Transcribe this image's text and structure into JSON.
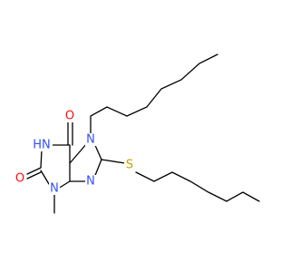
{
  "molecule": {
    "colors": {
      "bond": "#000000",
      "carbon": "#000000",
      "oxygen": "#ff0d0d",
      "nitrogen": "#3050f8",
      "sulfur": "#c8a000",
      "background": "#ffffff"
    },
    "labels": {
      "o_top": "O",
      "o_left": "O",
      "hn": "HN",
      "n7": "N",
      "n9": "N",
      "n3": "N",
      "s": "S"
    }
  }
}
